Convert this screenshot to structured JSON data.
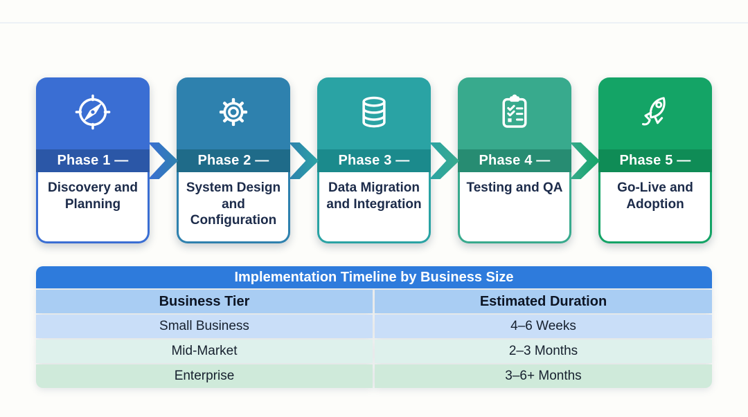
{
  "page": {
    "background": "#fdfdfa",
    "top_divider_color": "#edf1f6"
  },
  "phases": [
    {
      "label": "Phase 1 —",
      "title": "Discovery and Planning",
      "icon": "compass-icon",
      "top_color": "#3a6ed3",
      "bar_color": "#2b57a7"
    },
    {
      "label": "Phase 2 —",
      "title": "System Design and Configuration",
      "icon": "gear-icon",
      "top_color": "#2e81ae",
      "bar_color": "#1f6b89"
    },
    {
      "label": "Phase 3 —",
      "title": "Data Migration and Integration",
      "icon": "database-icon",
      "top_color": "#2aa3a4",
      "bar_color": "#1b8a8c"
    },
    {
      "label": "Phase 4 —",
      "title": "Testing and QA",
      "icon": "clipboard-checklist-icon",
      "top_color": "#38aa8d",
      "bar_color": "#278c72"
    },
    {
      "label": "Phase 5 —",
      "title": "Go-Live and Adoption",
      "icon": "rocket-icon",
      "top_color": "#14a466",
      "bar_color": "#0f8c56"
    }
  ],
  "table": {
    "title": "Implementation Timeline by Business Size",
    "title_bg": "#2e7bdc",
    "header_bg": "#a9cdf3",
    "columns": [
      "Business Tier",
      "Estimated Duration"
    ],
    "rows": [
      {
        "tier": "Small Business",
        "duration": "4–6 Weeks",
        "bg": "#c9def8"
      },
      {
        "tier": "Mid-Market",
        "duration": "2–3 Months",
        "bg": "#def1ec"
      },
      {
        "tier": "Enterprise",
        "duration": "3–6+ Months",
        "bg": "#cfeada"
      }
    ]
  }
}
